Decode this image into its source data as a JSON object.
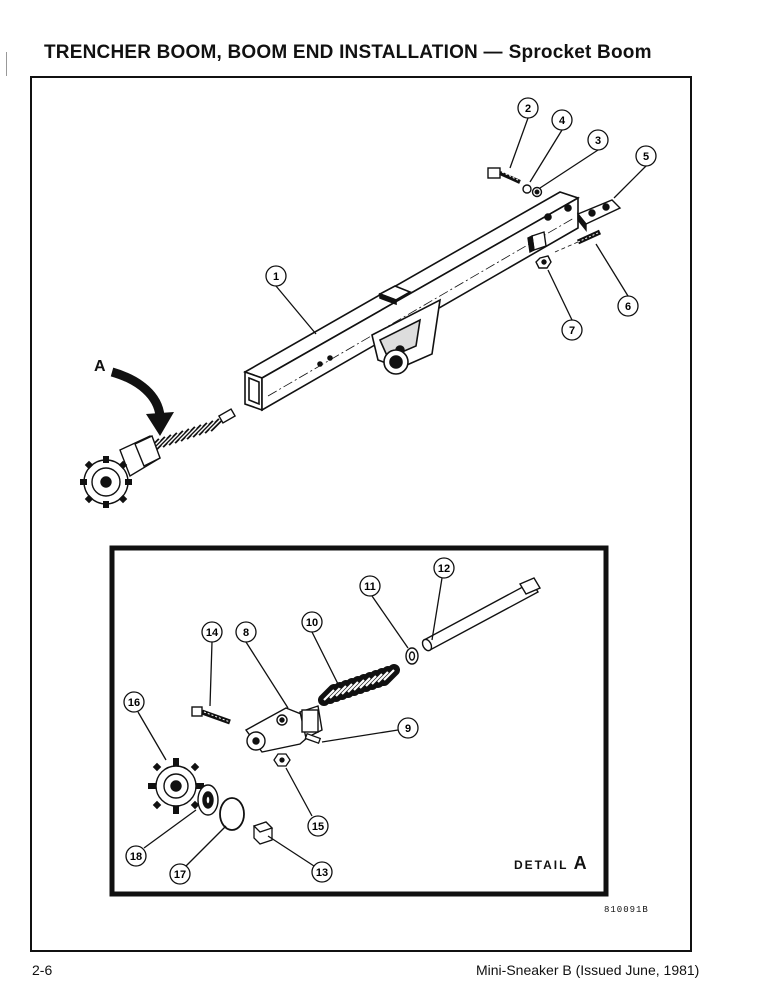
{
  "header": {
    "title": "TRENCHER BOOM, BOOM END INSTALLATION —",
    "subtitle": "Sprocket Boom"
  },
  "figure": {
    "view_marker": "A",
    "detail_label_word": "DETAIL",
    "detail_label_letter": "A",
    "drawing_number": "810091B",
    "callouts": [
      "1",
      "2",
      "3",
      "4",
      "5",
      "6",
      "7",
      "8",
      "9",
      "10",
      "11",
      "12",
      "13",
      "14",
      "15",
      "16",
      "17",
      "18"
    ]
  },
  "footer": {
    "page_number": "2-6",
    "publication": "Mini-Sneaker B (Issued June, 1981)"
  }
}
